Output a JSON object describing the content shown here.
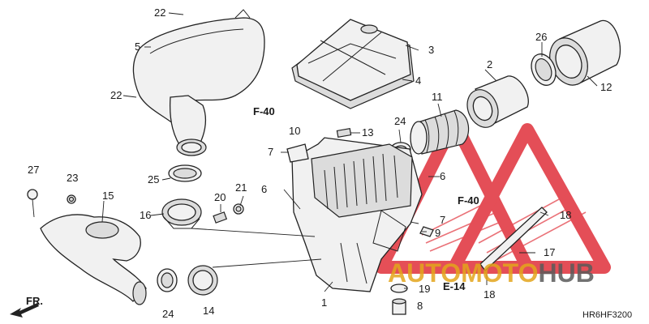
{
  "diagram_code": "HR6HF3200",
  "watermark": {
    "brand": "AUTOMOTOHUB",
    "part1": "AUTO",
    "part2": "MOTO",
    "part3": "HUB"
  },
  "references": {
    "f40_a": "F-40",
    "f40_b": "F-40",
    "e14": "E-14",
    "front": "FR."
  },
  "callouts": {
    "c1": "1",
    "c2": "2",
    "c3": "3",
    "c4": "4",
    "c5": "5",
    "c6a": "6",
    "c6b": "6",
    "c7a": "7",
    "c7b": "7",
    "c8": "8",
    "c9": "9",
    "c10": "10",
    "c11": "11",
    "c12": "12",
    "c13": "13",
    "c14": "14",
    "c15": "15",
    "c16": "16",
    "c17": "17",
    "c18a": "18",
    "c18b": "18",
    "c19": "19",
    "c20": "20",
    "c21": "21",
    "c22a": "22",
    "c22b": "22",
    "c23": "23",
    "c24a": "24",
    "c24b": "24",
    "c25": "25",
    "c26": "26",
    "c27": "27"
  },
  "colors": {
    "watermark_red": "#e0303a",
    "watermark_grey": "#5a5a5a",
    "watermark_gold": "#e3a51c",
    "line": "#222222"
  }
}
